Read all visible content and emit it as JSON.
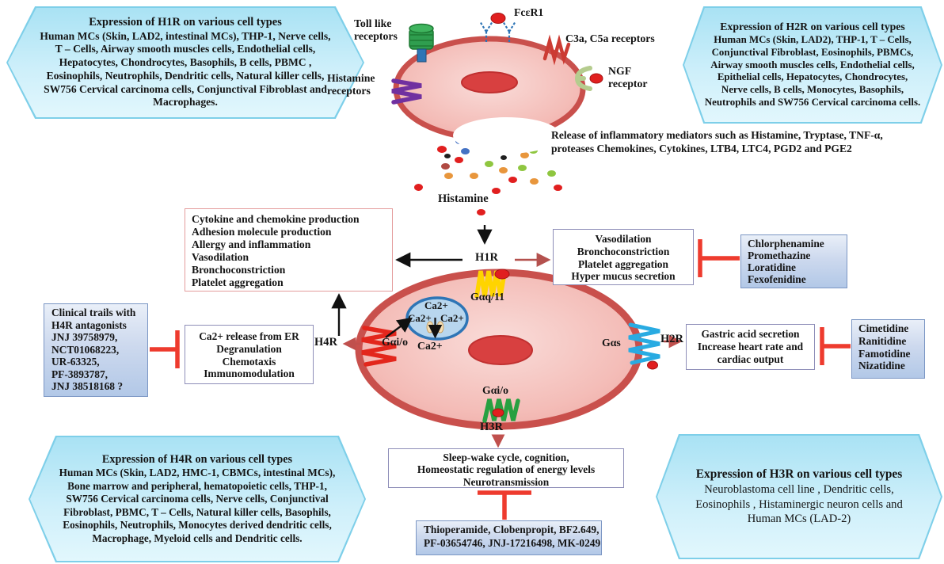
{
  "palette": {
    "hex_border": "#7ecfe9",
    "hex_fill_top": "#a9e2f4",
    "drug_box_border": "#7b96c4",
    "inhibit_red": "#ee3b2e",
    "arrow_dark_red": "#b4514e",
    "cell_membrane": "#c9504c",
    "cell_fill": "#f4c3bf",
    "nucleus": "#d84040",
    "er_fill": "#b8d6ee",
    "er_border": "#2e75b6",
    "h1r_receptor_yellow": "#ffd400",
    "h4r_receptor_red": "#e3261c",
    "h2r_receptor_blue": "#29abe2",
    "h3r_receptor_green": "#27a041",
    "histamine_receptor_purple": "#7030a0"
  },
  "hexagons": {
    "h1r": {
      "title": "Expression of  H1R on various cell types",
      "body": "Human MCs (Skin, LAD2, intestinal MCs),  THP-1, Nerve cells, T – Cells, Airway smooth muscles cells, Endothelial cells, Hepatocytes, Chondrocytes, Basophils, B cells, PBMC , Eosinophils, Neutrophils, Dendritic cells, Natural killer cells, SW756 Cervical carcinoma cells, Conjunctival Fibroblast and Macrophages."
    },
    "h2r": {
      "title": "Expression of  H2R on various cell types",
      "body": "Human MCs (Skin, LAD2), THP-1, T – Cells, Conjunctival Fibroblast, Eosinophils, PBMCs, Airway smooth muscles cells, Endothelial cells, Epithelial cells, Hepatocytes, Chondrocytes, Nerve cells, B cells, Monocytes, Basophils, Neutrophils and SW756 Cervical carcinoma cells."
    },
    "h4r": {
      "title": "Expression of  H4R on various cell types",
      "body": "Human MCs (Skin, LAD2, HMC-1, CBMCs, intestinal MCs), Bone marrow and peripheral, hematopoietic cells, THP-1, SW756 Cervical carcinoma cells, Nerve cells, Conjunctival Fibroblast, PBMC, T – Cells, Natural killer cells, Basophils, Eosinophils, Neutrophils, Monocytes derived dendritic cells, Macrophage, Myeloid cells and Dendritic cells."
    },
    "h3r": {
      "title": "Expression of  H3R on various cell  types",
      "body": "Neuroblastoma cell line , Dendritic cells, Eosinophils , Histaminergic neuron cells and Human MCs  (LAD-2)"
    }
  },
  "top_cell_labels": {
    "toll_like": "Toll like receptors",
    "fcer1": "FcεR1",
    "c3a_c5a": "C3a, C5a receptors",
    "ngf": "NGF receptor",
    "histamine_receptors": "Histamine receptors"
  },
  "mediators": {
    "release_text": "Release of inflammatory mediators such as Histamine, Tryptase, TNF-α, proteases Chemokines, Cytokines, LTB4, LTC4, PGD2 and PGE2",
    "histamine_label": "Histamine"
  },
  "receptor_labels": {
    "h1r": "H1R",
    "h2r": "H2R",
    "h3r": "H3R",
    "h4r": "H4R",
    "gaq11": "Gαq/11",
    "gai_o": "Gαi/o",
    "gas": "Gαs",
    "ca2": "Ca2+"
  },
  "boxes": {
    "h1r_effects": {
      "lines": [
        "Cytokine and chemokine production",
        "Adhesion molecule production",
        "Allergy and inflammation",
        "Vasodilation",
        "Bronchoconstriction",
        "Platelet aggregation"
      ]
    },
    "vasodilation": {
      "lines": [
        "Vasodilation",
        "Bronchoconstriction",
        "Platelet aggregation",
        "Hyper mucus secretion"
      ]
    },
    "h1r_drugs": {
      "lines": [
        "Chlorphenamine",
        "Promethazine",
        "Loratidine",
        "Fexofenidine"
      ]
    },
    "clinical_trials": {
      "lines": [
        "Clinical trails with",
        "H4R antagonists",
        "JNJ 39758979,",
        "NCT01068223,",
        "UR-63325,",
        "PF-3893787,",
        "JNJ 38518168 ?"
      ]
    },
    "ca_release": {
      "lines": [
        "Ca2+ release from ER",
        "Degranulation",
        "Chemotaxis",
        "Immunomodulation"
      ]
    },
    "gastric": {
      "lines": [
        "Gastric acid secretion",
        "Increase heart rate and",
        "cardiac output"
      ]
    },
    "h2r_drugs": {
      "lines": [
        "Cimetidine",
        "Ranitidine",
        "Famotidine",
        "Nizatidine"
      ]
    },
    "sleep": {
      "lines": [
        "Sleep-wake cycle, cognition,",
        "Homeostatic regulation of energy levels",
        "Neurotransmission"
      ]
    },
    "h3r_drugs": {
      "lines": [
        "Thioperamide, Clobenpropit, BF2.649,",
        "PF-03654746, JNJ-17216498, MK-0249"
      ]
    }
  },
  "granules": {
    "colors": {
      "red": "#e11f1f",
      "blue": "#4472c4",
      "orange": "#e8963c",
      "black": "#1f1f1f",
      "maroon": "#b04a42",
      "green": "#8fc640"
    },
    "dots": [
      [
        603,
        162,
        11,
        8,
        "orange"
      ],
      [
        622,
        158,
        12,
        9,
        "red"
      ],
      [
        633,
        161,
        11,
        8,
        "blue"
      ],
      [
        647,
        163,
        11,
        8,
        "orange"
      ],
      [
        633,
        174,
        10,
        7,
        "black"
      ],
      [
        668,
        173,
        11,
        8,
        "maroon"
      ],
      [
        608,
        173,
        11,
        8,
        "orange"
      ],
      [
        580,
        178,
        11,
        8,
        "blue"
      ],
      [
        558,
        188,
        12,
        9,
        "red"
      ],
      [
        598,
        183,
        7,
        5,
        "maroon"
      ],
      [
        587,
        191,
        11,
        8,
        "blue"
      ],
      [
        624,
        185,
        7,
        5,
        "blue"
      ],
      [
        636,
        186,
        11,
        8,
        "red"
      ],
      [
        654,
        182,
        11,
        8,
        "orange"
      ],
      [
        673,
        190,
        11,
        8,
        "green"
      ],
      [
        565,
        197,
        8,
        6,
        "black"
      ],
      [
        579,
        202,
        11,
        8,
        "red"
      ],
      [
        562,
        210,
        11,
        8,
        "maroon"
      ],
      [
        617,
        207,
        11,
        8,
        "green"
      ],
      [
        636,
        199,
        8,
        6,
        "black"
      ],
      [
        635,
        215,
        11,
        8,
        "orange"
      ],
      [
        659,
        212,
        11,
        8,
        "green"
      ],
      [
        662,
        196,
        11,
        8,
        "orange"
      ],
      [
        566,
        222,
        11,
        8,
        "orange"
      ],
      [
        598,
        222,
        11,
        8,
        "orange"
      ],
      [
        647,
        227,
        11,
        8,
        "red"
      ],
      [
        674,
        229,
        11,
        8,
        "orange"
      ],
      [
        696,
        219,
        11,
        8,
        "green"
      ],
      [
        528,
        236,
        11,
        9,
        "red"
      ],
      [
        626,
        241,
        11,
        8,
        "red"
      ],
      [
        704,
        237,
        11,
        8,
        "red"
      ],
      [
        607,
        268,
        11,
        8,
        "red"
      ]
    ]
  }
}
